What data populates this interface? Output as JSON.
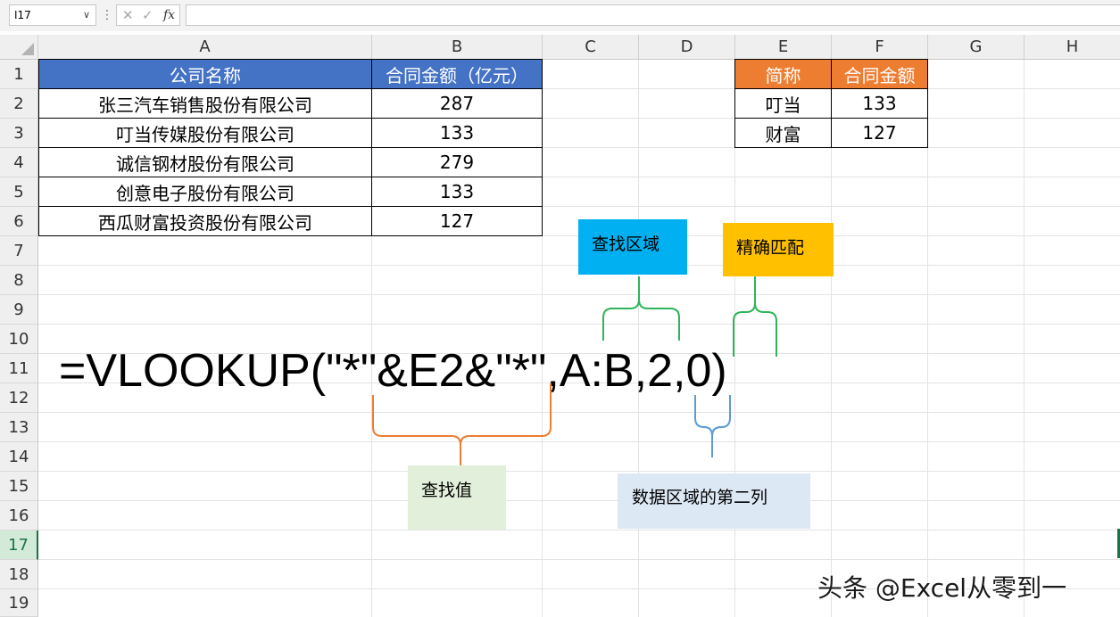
{
  "formula_bar": {
    "name_box": "I17",
    "dropdown_icon": "chevron-down-icon",
    "separator": "⋮",
    "cancel_icon": "✕",
    "confirm_icon": "✓",
    "fx_label": "fx",
    "formula": ""
  },
  "columns": [
    "A",
    "B",
    "C",
    "D",
    "E",
    "F",
    "G",
    "H"
  ],
  "rows": [
    "1",
    "2",
    "3",
    "4",
    "5",
    "6",
    "7",
    "8",
    "9",
    "10",
    "11",
    "12",
    "13",
    "14",
    "15",
    "16",
    "17",
    "18",
    "19"
  ],
  "selected_row": "17",
  "table1": {
    "header": [
      "公司名称",
      "合同金额（亿元）"
    ],
    "rows": [
      [
        "张三汽车销售股份有限公司",
        "287"
      ],
      [
        "叮当传媒股份有限公司",
        "133"
      ],
      [
        "诚信钢材股份有限公司",
        "279"
      ],
      [
        "创意电子股份有限公司",
        "133"
      ],
      [
        "西瓜财富投资股份有限公司",
        "127"
      ]
    ],
    "header_color": "#4472c4"
  },
  "table2": {
    "header": [
      "简称",
      "合同金额"
    ],
    "rows": [
      [
        "叮当",
        "133"
      ],
      [
        "财富",
        "127"
      ]
    ],
    "header_color": "#ed7d31"
  },
  "formula_display": "=VLOOKUP(\"*\"&E2&\"*\",A:B,2,0)",
  "annotations": {
    "search_range": {
      "text": "查找区域",
      "color": "#00b0f0"
    },
    "exact_match": {
      "text": "精确匹配",
      "color": "#ffc000"
    },
    "lookup_value": {
      "text": "查找值",
      "color": "#e2efda"
    },
    "second_column": {
      "text": "数据区域的第二列",
      "color": "#dde8f5"
    }
  },
  "watermark": "头条 @Excel从零到一"
}
